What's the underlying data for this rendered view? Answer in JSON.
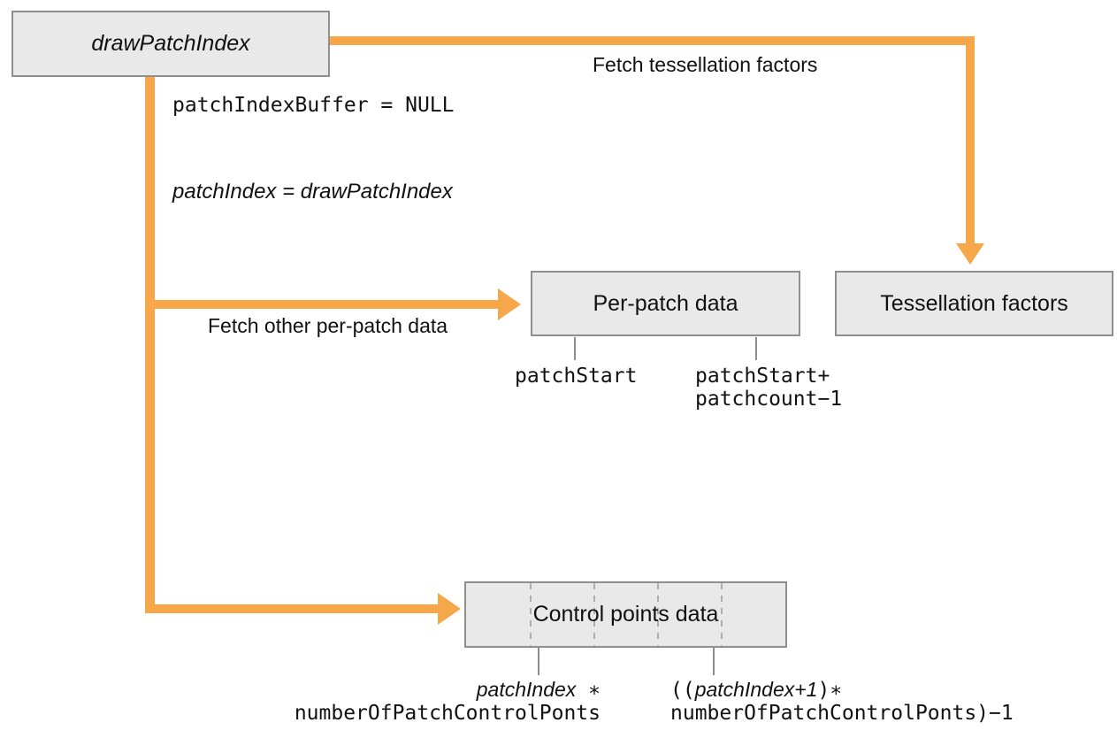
{
  "colors": {
    "arrow": "#F6A74A",
    "box_fill": "#E9E9E9",
    "box_border": "#8F8F8F",
    "tick": "#8C8C8C",
    "dash": "#ADADAD",
    "text": "#111111"
  },
  "nodes": {
    "draw_patch_index": {
      "label": "drawPatchIndex"
    },
    "per_patch": {
      "label": "Per-patch data"
    },
    "tessellation_factors": {
      "label": "Tessellation factors"
    },
    "control_points": {
      "label": "Control points data"
    }
  },
  "edges": {
    "fetch_tessellation": {
      "label": "Fetch tessellation factors"
    },
    "fetch_per_patch": {
      "label": "Fetch other per-patch data"
    }
  },
  "annotations": {
    "patch_index_buffer": "patchIndexBuffer = NULL",
    "patch_index_assign": "patchIndex = drawPatchIndex",
    "patch_start": "patchStart",
    "patch_range_line1": "patchStart+",
    "patch_range_line2": "patchcount−1",
    "cp_start": {
      "italic": "patchIndex",
      "mono_suffix": " ∗",
      "line2": "numberOfPatchControlPonts"
    },
    "cp_end": {
      "mono_prefix": "((",
      "italic": "patchIndex+1",
      "mono_suffix": ")∗",
      "line2": "numberOfPatchControlPonts)−1"
    }
  }
}
